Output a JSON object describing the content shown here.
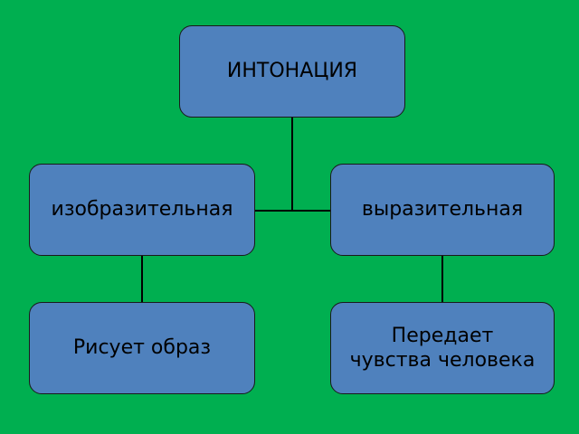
{
  "diagram": {
    "root": {
      "label": "ИНТОНАЦИЯ"
    },
    "left": {
      "label": "изобразительная",
      "child": {
        "label": "Рисует образ"
      }
    },
    "right": {
      "label": "выразительная",
      "child": {
        "line1": "Передает",
        "line2": "чувства человека"
      }
    }
  },
  "colors": {
    "background": "#00AF50",
    "node_fill": "#4F81BD",
    "line": "#000000"
  }
}
